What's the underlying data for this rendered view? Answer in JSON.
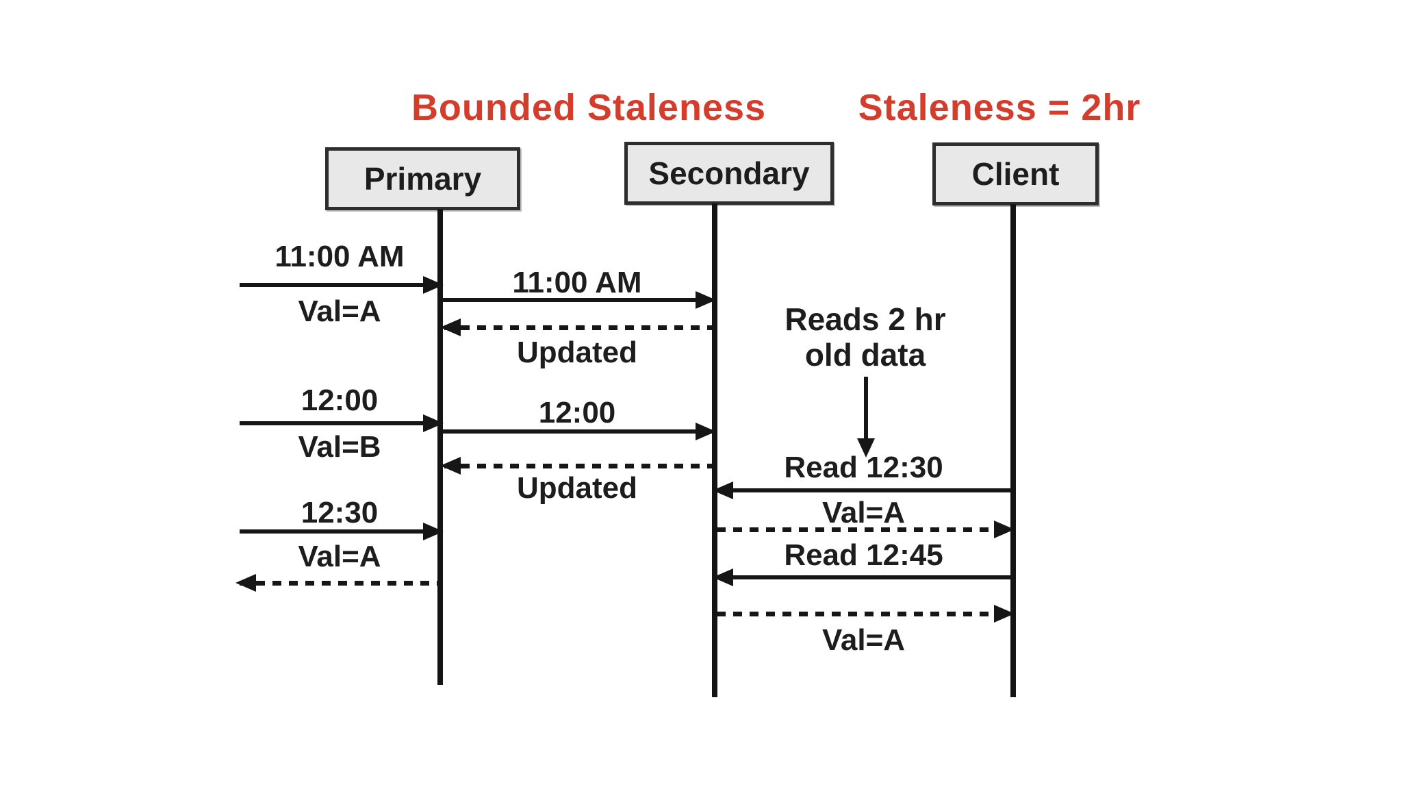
{
  "titles": {
    "left": "Bounded Staleness",
    "right": "Staleness = 2hr"
  },
  "actors": {
    "primary": "Primary",
    "secondary": "Secondary",
    "client": "Client"
  },
  "primary_writes": [
    {
      "time": "11:00 AM",
      "value": "Val=A"
    },
    {
      "time": "12:00",
      "value": "Val=B"
    },
    {
      "time": "12:30",
      "value": "Val=A"
    }
  ],
  "replication": [
    {
      "time": "11:00 AM",
      "ack": "Updated"
    },
    {
      "time": "12:00",
      "ack": "Updated"
    }
  ],
  "note": {
    "line1": "Reads 2 hr",
    "line2": "old data"
  },
  "client_reads": [
    {
      "request": "Read 12:30",
      "response": "Val=A"
    },
    {
      "request": "Read 12:45",
      "response": "Val=A"
    }
  ],
  "colors": {
    "title_red": "#d43c2c",
    "ink": "#1d1d1d",
    "box_fill": "#e8e8e8",
    "box_border": "#2e2e2e"
  }
}
